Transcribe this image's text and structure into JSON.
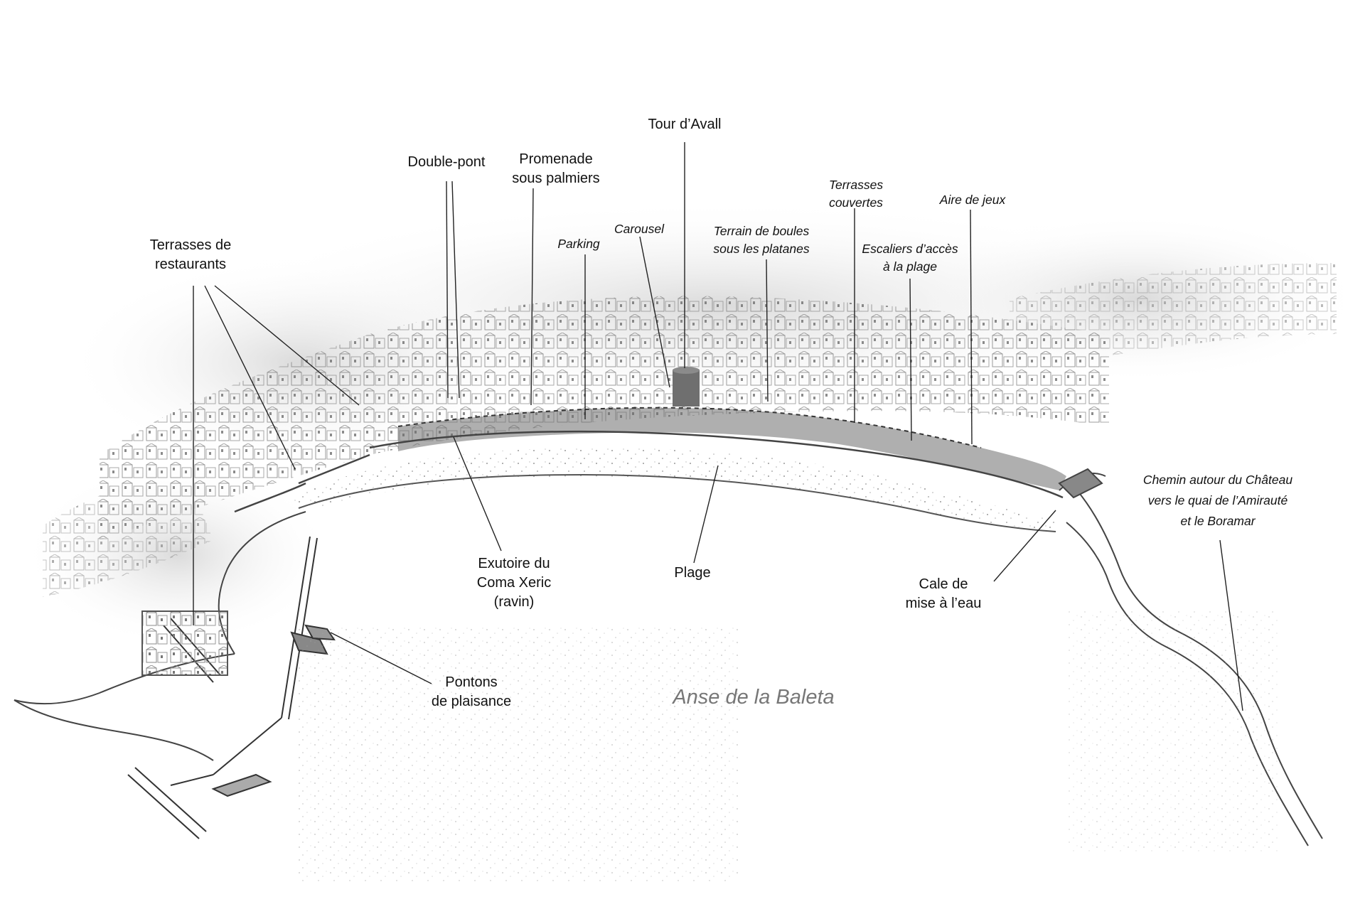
{
  "labels": {
    "terrasses_restaurants": [
      "Terrasses de",
      "restaurants"
    ],
    "double_pont": [
      "Double-pont"
    ],
    "promenade": [
      "Promenade",
      "sous palmiers"
    ],
    "tour_davall": [
      "Tour d’Avall"
    ],
    "parking": [
      "Parking"
    ],
    "carousel": [
      "Carousel"
    ],
    "terrain_boules": [
      "Terrain de boules",
      "sous les platanes"
    ],
    "terrasses_couvertes": [
      "Terrasses",
      "couvertes"
    ],
    "escaliers": [
      "Escaliers d’accès",
      "à la plage"
    ],
    "aire_jeux": [
      "Aire de jeux"
    ],
    "chemin": [
      "Chemin autour du Château",
      "vers le quai de l’Amirauté",
      "et le Boramar"
    ],
    "exutoire": [
      "Exutoire du",
      "Coma Xeric",
      "(ravin)"
    ],
    "plage": [
      "Plage"
    ],
    "cale": [
      "Cale de",
      "mise à l’eau"
    ],
    "pontons": [
      "Pontons",
      "de plaisance"
    ]
  },
  "sea_name": "Anse de la Baleta",
  "colors": {
    "ink": "#111111",
    "sketch": "#555555",
    "sea_label": "#777777",
    "background": "#ffffff"
  }
}
